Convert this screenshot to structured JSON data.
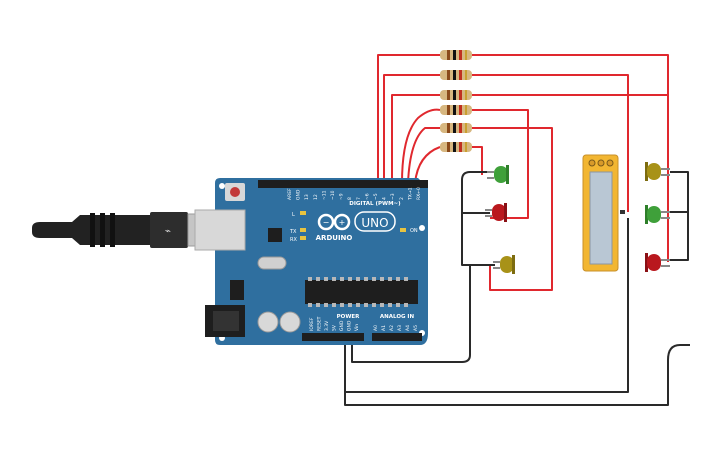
{
  "board": {
    "brand": "ARDUINO",
    "model": "UNO",
    "digital_label": "DIGITAL (PWM~)",
    "power_label": "POWER",
    "analog_label": "ANALOG IN",
    "on_label": "ON",
    "l_label": "L",
    "tx_label": "TX",
    "rx_label": "RX",
    "top_pins": [
      "AREF",
      "GND",
      "13",
      "12",
      "~11",
      "~10",
      "~9",
      "8",
      "7",
      "~6",
      "~5",
      "4",
      "~3",
      "2",
      "TX→1",
      "RX←0"
    ],
    "power_pins": [
      "IOREF",
      "RESET",
      "3.3V",
      "5V",
      "GND",
      "GND",
      "Vin"
    ],
    "analog_pins": [
      "A0",
      "A1",
      "A2",
      "A3",
      "A4",
      "A5"
    ]
  },
  "colors": {
    "board_blue": "#2f6f9f",
    "wire_red": "#e0282e",
    "wire_black": "#2a2a2a",
    "sensor_yellow": "#f2b632",
    "led_green": "#3fa03a",
    "led_red": "#b9181e",
    "led_olive": "#a89218"
  },
  "components": {
    "resistor_count": 6,
    "led_colors": [
      "green",
      "red",
      "olive",
      "olive",
      "green",
      "red"
    ],
    "sensor": "flex-sensor"
  }
}
